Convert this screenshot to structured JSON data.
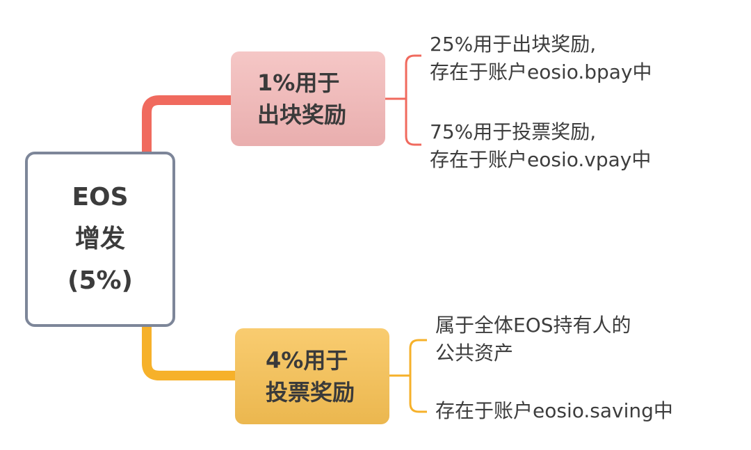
{
  "colors": {
    "root_border": "#7d8699",
    "top_branch": "#f06a5e",
    "top_branch_fill": "#efbcbb",
    "bottom_branch": "#f6b12a",
    "bottom_branch_fill": "#f3c25f"
  },
  "root": {
    "lines": [
      "EOS",
      "增发",
      "(5%)"
    ]
  },
  "branches": [
    {
      "lines": [
        "1%用于",
        "出块奖励"
      ],
      "children": [
        {
          "lines": [
            "25%用于出块奖励,",
            "存在于账户eosio.bpay中"
          ]
        },
        {
          "lines": [
            "75%用于投票奖励,",
            "存在于账户eosio.vpay中"
          ]
        }
      ]
    },
    {
      "lines": [
        "4%用于",
        "投票奖励"
      ],
      "children": [
        {
          "lines": [
            "属于全体EOS持有人的",
            "公共资产"
          ]
        },
        {
          "lines": [
            "存在于账户eosio.saving中"
          ]
        }
      ]
    }
  ]
}
